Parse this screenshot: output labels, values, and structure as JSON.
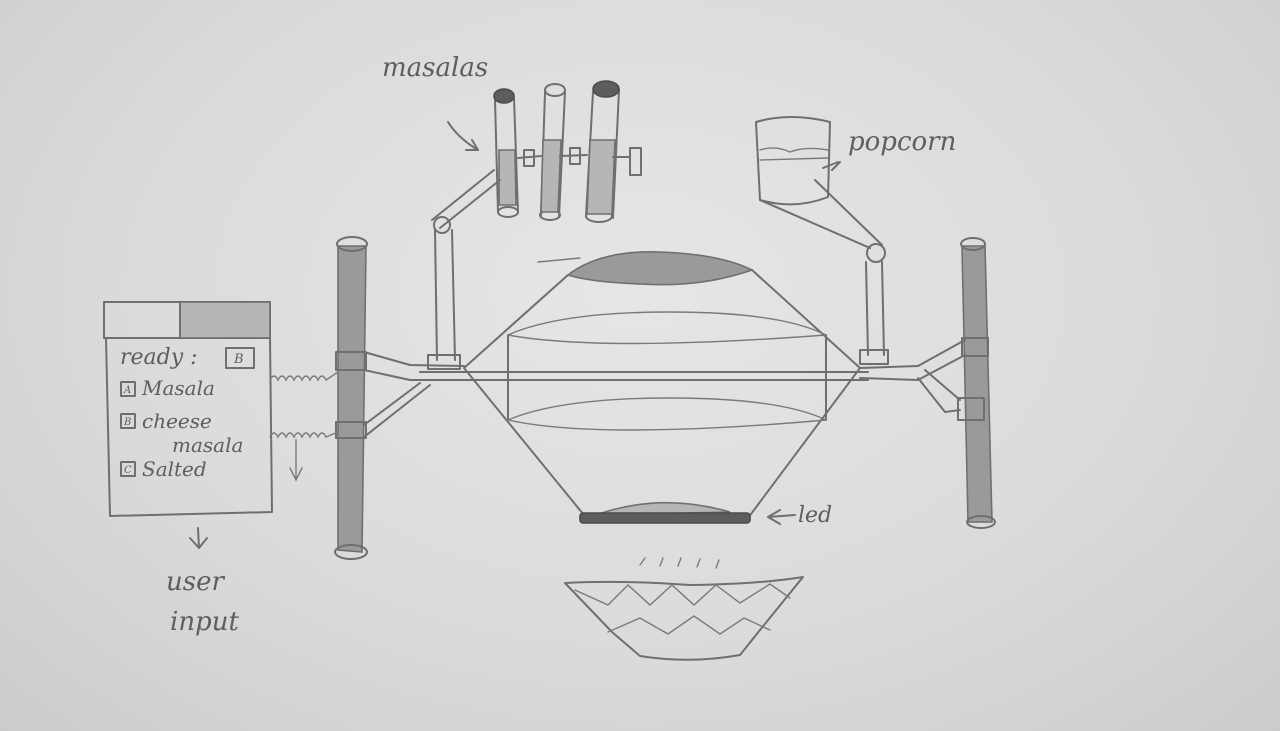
{
  "labels": {
    "masalas": "masalas",
    "popcorn": "popcorn",
    "led": "led",
    "user_input_line1": "user",
    "user_input_line2": "input"
  },
  "panel": {
    "ready_label": "ready :",
    "ready_box": "B",
    "options": [
      {
        "key": "A",
        "text": "Masala"
      },
      {
        "key": "B",
        "text": "cheese"
      },
      {
        "key": "",
        "text": "masala"
      },
      {
        "key": "C",
        "text": "Salted"
      }
    ]
  },
  "colors": {
    "paper": "#dadad8",
    "pencil": "#6f6f70",
    "shade": "#9a9a9b"
  }
}
